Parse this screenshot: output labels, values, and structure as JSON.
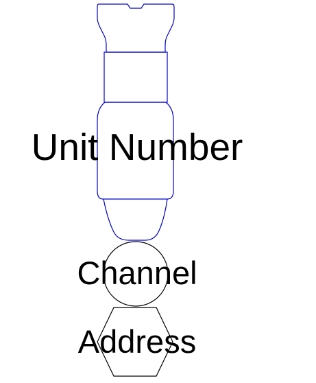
{
  "labels": {
    "unit_number": "Unit Number",
    "channel": "Channel",
    "address": "Address"
  },
  "colors": {
    "unit_outline": "#0000cc",
    "shape_outline": "#000000",
    "text": "#000000",
    "background": "#ffffff"
  },
  "shapes": {
    "unit": "connector-plug-outline",
    "channel": "circle",
    "address": "hexagon"
  }
}
